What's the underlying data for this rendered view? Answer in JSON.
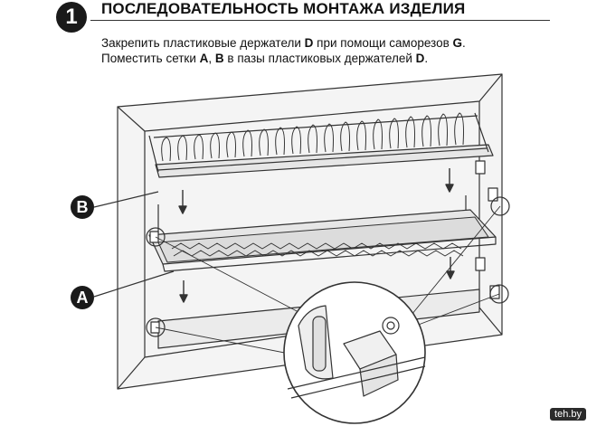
{
  "header": {
    "step_number": "1",
    "title": "ПОСЛЕДОВАТЕЛЬНОСТЬ МОНТАЖА ИЗДЕЛИЯ"
  },
  "instructions": {
    "line1": {
      "t1": "Закрепить пластиковые держатели ",
      "b1": "D",
      "t2": " при помощи саморезов ",
      "b2": "G",
      "t3": "."
    },
    "line2": {
      "t1": "Поместить сетки ",
      "b1": "A",
      "t2": ", ",
      "b2": "B",
      "t3": " в пазы пластиковых держателей ",
      "b3": "D",
      "t4": "."
    }
  },
  "callouts": {
    "a": "A",
    "b": "B"
  },
  "watermark": "teh.by",
  "colors": {
    "ink": "#1a1a1a",
    "line": "#333333",
    "cabinet_fill": "#f4f4f4",
    "rack_fill": "#e6e6e6"
  }
}
